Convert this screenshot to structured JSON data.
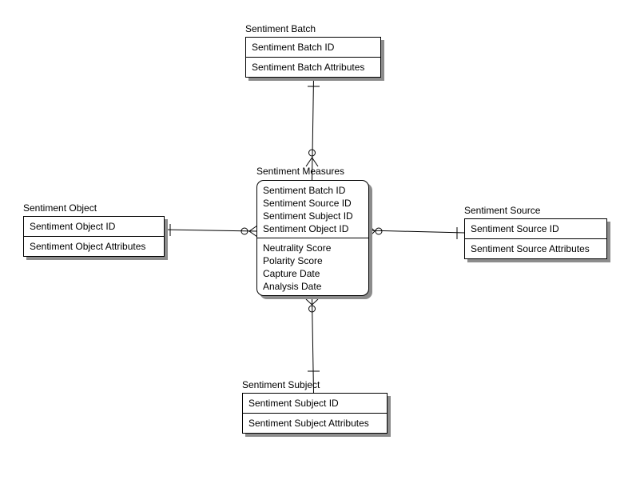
{
  "entities": {
    "batch": {
      "name": "Sentiment Batch",
      "keys": [
        "Sentiment Batch ID"
      ],
      "attributes": [
        "Sentiment Batch Attributes"
      ]
    },
    "measures": {
      "name": "Sentiment Measures",
      "keys": [
        "Sentiment Batch ID",
        "Sentiment Source ID",
        "Sentiment Subject ID",
        "Sentiment Object ID"
      ],
      "attributes": [
        "Neutrality Score",
        "Polarity Score",
        "Capture Date",
        "Analysis Date"
      ]
    },
    "object": {
      "name": "Sentiment Object",
      "keys": [
        "Sentiment Object ID"
      ],
      "attributes": [
        "Sentiment Object Attributes"
      ]
    },
    "source": {
      "name": "Sentiment Source",
      "keys": [
        "Sentiment Source ID"
      ],
      "attributes": [
        "Sentiment Source Attributes"
      ]
    },
    "subject": {
      "name": "Sentiment Subject",
      "keys": [
        "Sentiment Subject ID"
      ],
      "attributes": [
        "Sentiment Subject Attributes"
      ]
    }
  },
  "relationships": [
    {
      "parent": "Sentiment Batch",
      "child": "Sentiment Measures",
      "parent_end": "one",
      "child_end": "zero-or-many"
    },
    {
      "parent": "Sentiment Object",
      "child": "Sentiment Measures",
      "parent_end": "one",
      "child_end": "zero-or-many"
    },
    {
      "parent": "Sentiment Source",
      "child": "Sentiment Measures",
      "parent_end": "one",
      "child_end": "zero-or-many"
    },
    {
      "parent": "Sentiment Subject",
      "child": "Sentiment Measures",
      "parent_end": "one",
      "child_end": "zero-or-many"
    }
  ]
}
